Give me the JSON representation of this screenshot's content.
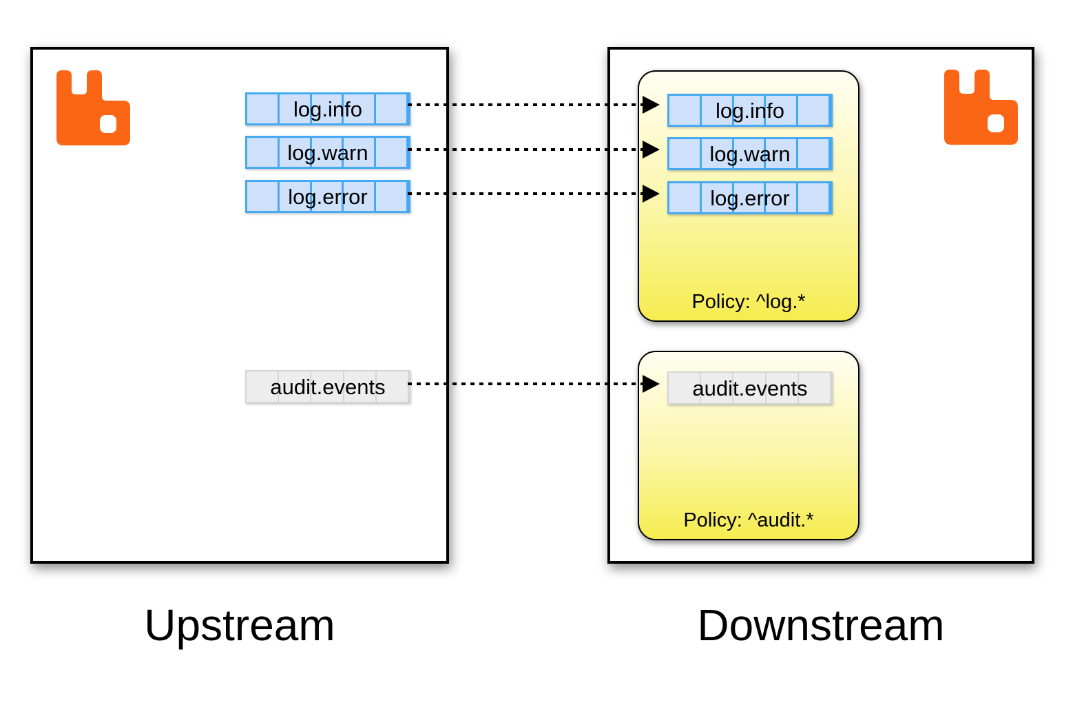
{
  "upstream": {
    "title": "Upstream",
    "queues": [
      {
        "name": "log.info"
      },
      {
        "name": "log.warn"
      },
      {
        "name": "log.error"
      },
      {
        "name": "audit.events"
      }
    ]
  },
  "downstream": {
    "title": "Downstream",
    "policies": [
      {
        "label": "Policy: ^log.*",
        "queues": [
          {
            "name": "log.info"
          },
          {
            "name": "log.warn"
          },
          {
            "name": "log.error"
          }
        ]
      },
      {
        "label": "Policy: ^audit.*",
        "queues": [
          {
            "name": "audit.events"
          }
        ]
      }
    ]
  },
  "colors": {
    "rabbit_orange": "#FA6616",
    "queue_blue_border": "#47A9F2",
    "queue_blue_fill": "#CFE1FA",
    "queue_gray_border": "#D5D5D5",
    "queue_gray_fill": "#EDEDED",
    "policy_gradient_top": "#FFFEF2",
    "policy_gradient_bottom": "#F6EC50",
    "connector_black": "#000000"
  }
}
